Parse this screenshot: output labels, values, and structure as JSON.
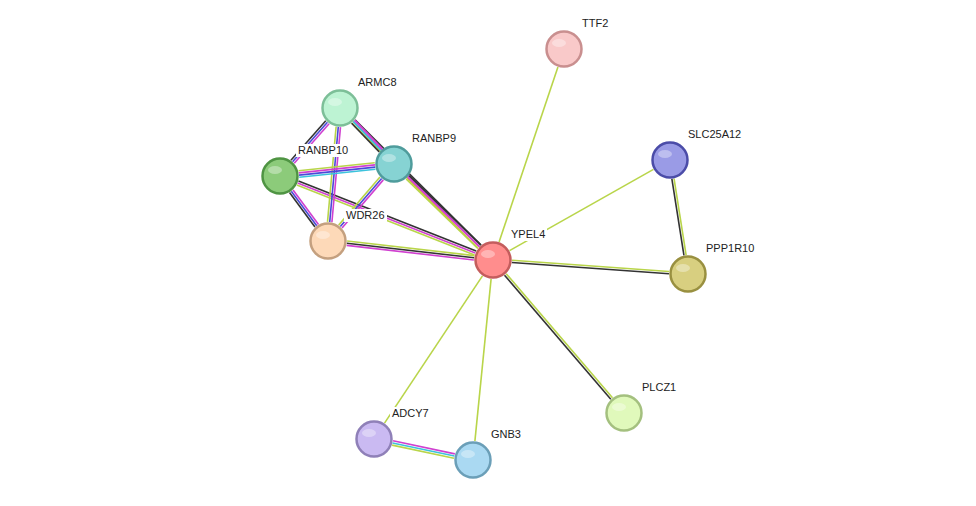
{
  "diagram": {
    "nodes": [
      {
        "text": [
          "TTF2"
        ]
      },
      {
        "text": [
          "ARMC8"
        ]
      },
      {
        "text": [
          "RANBP9"
        ]
      },
      {
        "text": [
          "SLC25A12"
        ]
      },
      {
        "text": [
          "RANBP10"
        ]
      },
      {
        "text": [
          "WDR26"
        ]
      },
      {
        "text": [
          "YPEL4"
        ]
      },
      {
        "text": [
          "PPP1R10"
        ]
      },
      {
        "text": [
          "PLCZ1"
        ]
      },
      {
        "text": [
          "ADCY7"
        ]
      },
      {
        "text": [
          "GNB3"
        ]
      }
    ],
    "edges": [
      {
        "from": 6,
        "to": 0,
        "arrow": "none"
      },
      {
        "from": 6,
        "to": 3,
        "arrow": "none"
      },
      {
        "from": 6,
        "to": 7,
        "arrow": "none"
      },
      {
        "from": 3,
        "to": 7,
        "arrow": "none"
      },
      {
        "from": 6,
        "to": 8,
        "arrow": "none"
      },
      {
        "from": 6,
        "to": 10,
        "arrow": "none"
      },
      {
        "from": 6,
        "to": 9,
        "arrow": "none"
      },
      {
        "from": 9,
        "to": 10,
        "arrow": "none"
      },
      {
        "from": 6,
        "to": 1,
        "arrow": "none"
      },
      {
        "from": 6,
        "to": 2,
        "arrow": "none"
      },
      {
        "from": 6,
        "to": 4,
        "arrow": "none"
      },
      {
        "from": 6,
        "to": 5,
        "arrow": "none"
      },
      {
        "from": 1,
        "to": 2,
        "arrow": "none"
      },
      {
        "from": 1,
        "to": 4,
        "arrow": "none"
      },
      {
        "from": 1,
        "to": 5,
        "arrow": "none"
      },
      {
        "from": 2,
        "to": 4,
        "arrow": "none"
      },
      {
        "from": 2,
        "to": 5,
        "arrow": "none"
      },
      {
        "from": 4,
        "to": 5,
        "arrow": "none"
      }
    ]
  }
}
